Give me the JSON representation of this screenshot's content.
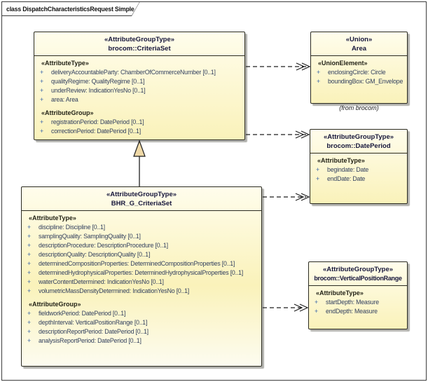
{
  "frame": {
    "title": "class DispatchCharacteristicsRequest Simple"
  },
  "note_from_brocom": "(from brocom)",
  "colors": {
    "box_fill_top": "#fffdec",
    "box_fill_bottom": "#faf2ba",
    "box_border": "#2b2b22",
    "attribute_text": "#33415f",
    "visibility_plus": "#3e68a8",
    "generalization_triangle_fill": "#efd9a7",
    "frame_border": "#3c3c3c"
  },
  "boxes": {
    "criteriaSet": {
      "stereotype": "«AttributeGroupType»",
      "name": "brocom::CriteriaSet",
      "sections": [
        {
          "label": "«AttributeType»",
          "items": [
            {
              "v": "+",
              "t": "deliveryAccountableParty: ChamberOfCommerceNumber [0..1]"
            },
            {
              "v": "+",
              "t": "qualityRegime: QualityRegime [0..1]"
            },
            {
              "v": "+",
              "t": "underReview: IndicationYesNo [0..1]"
            },
            {
              "v": "+",
              "t": "area: Area"
            }
          ]
        },
        {
          "label": "«AttributeGroup»",
          "items": [
            {
              "v": "+",
              "t": "registrationPeriod: DatePeriod [0..1]"
            },
            {
              "v": "+",
              "t": "correctionPeriod: DatePeriod [0..1]"
            }
          ]
        }
      ]
    },
    "area": {
      "stereotype": "«Union»",
      "name": "Area",
      "sections": [
        {
          "label": "«UnionElement»",
          "items": [
            {
              "v": "+",
              "t": "enclosingCircle: Circle"
            },
            {
              "v": "+",
              "t": "boundingBox: GM_Envelope"
            }
          ]
        }
      ]
    },
    "datePeriod": {
      "stereotype": "«AttributeGroupType»",
      "name": "brocom::DatePeriod",
      "sections": [
        {
          "label": "«AttributeType»",
          "items": [
            {
              "v": "+",
              "t": "begindate: Date"
            },
            {
              "v": "+",
              "t": "endDate: Date"
            }
          ]
        }
      ]
    },
    "bhrCriteriaSet": {
      "stereotype": "«AttributeGroupType»",
      "name": "BHR_G_CriteriaSet",
      "sections": [
        {
          "label": "«AttributeType»",
          "items": [
            {
              "v": "+",
              "t": "discipline: Discipline [0..1]"
            },
            {
              "v": "+",
              "t": "samplingQuality: SamplingQuality [0..1]"
            },
            {
              "v": "+",
              "t": "descriptionProcedure: DescriptionProcedure [0..1]"
            },
            {
              "v": "+",
              "t": "descriptionQuality: DescriptionQuality [0..1]"
            },
            {
              "v": "+",
              "t": "determinedCompositionProperties: DeterminedCompositionProperties [0..1]"
            },
            {
              "v": "+",
              "t": "determinedHydrophysicalProperties: DeterminedHydrophysicalProperties [0..1]"
            },
            {
              "v": "+",
              "t": "waterContentDetermined: IndicationYesNo [0..1]"
            },
            {
              "v": "+",
              "t": "volumetricMassDensityDetermined: IndicationYesNo [0..1]"
            }
          ]
        },
        {
          "label": "«AttributeGroup»",
          "items": [
            {
              "v": "+",
              "t": "fieldworkPeriod: DatePeriod [0..1]"
            },
            {
              "v": "+",
              "t": "depthInterval: VerticalPositionRange [0..1]"
            },
            {
              "v": "+",
              "t": "descriptionReportPeriod: DatePeriod [0..1]"
            },
            {
              "v": "+",
              "t": "analysisReportPeriod: DatePeriod [0..1]"
            }
          ]
        }
      ]
    },
    "verticalPositionRange": {
      "stereotype": "«AttributeGroupType»",
      "name": "brocom::VerticalPositionRange",
      "sections": [
        {
          "label": "«AttributeType»",
          "items": [
            {
              "v": "+",
              "t": "startDepth: Measure"
            },
            {
              "v": "+",
              "t": "endDepth: Measure"
            }
          ]
        }
      ]
    }
  }
}
